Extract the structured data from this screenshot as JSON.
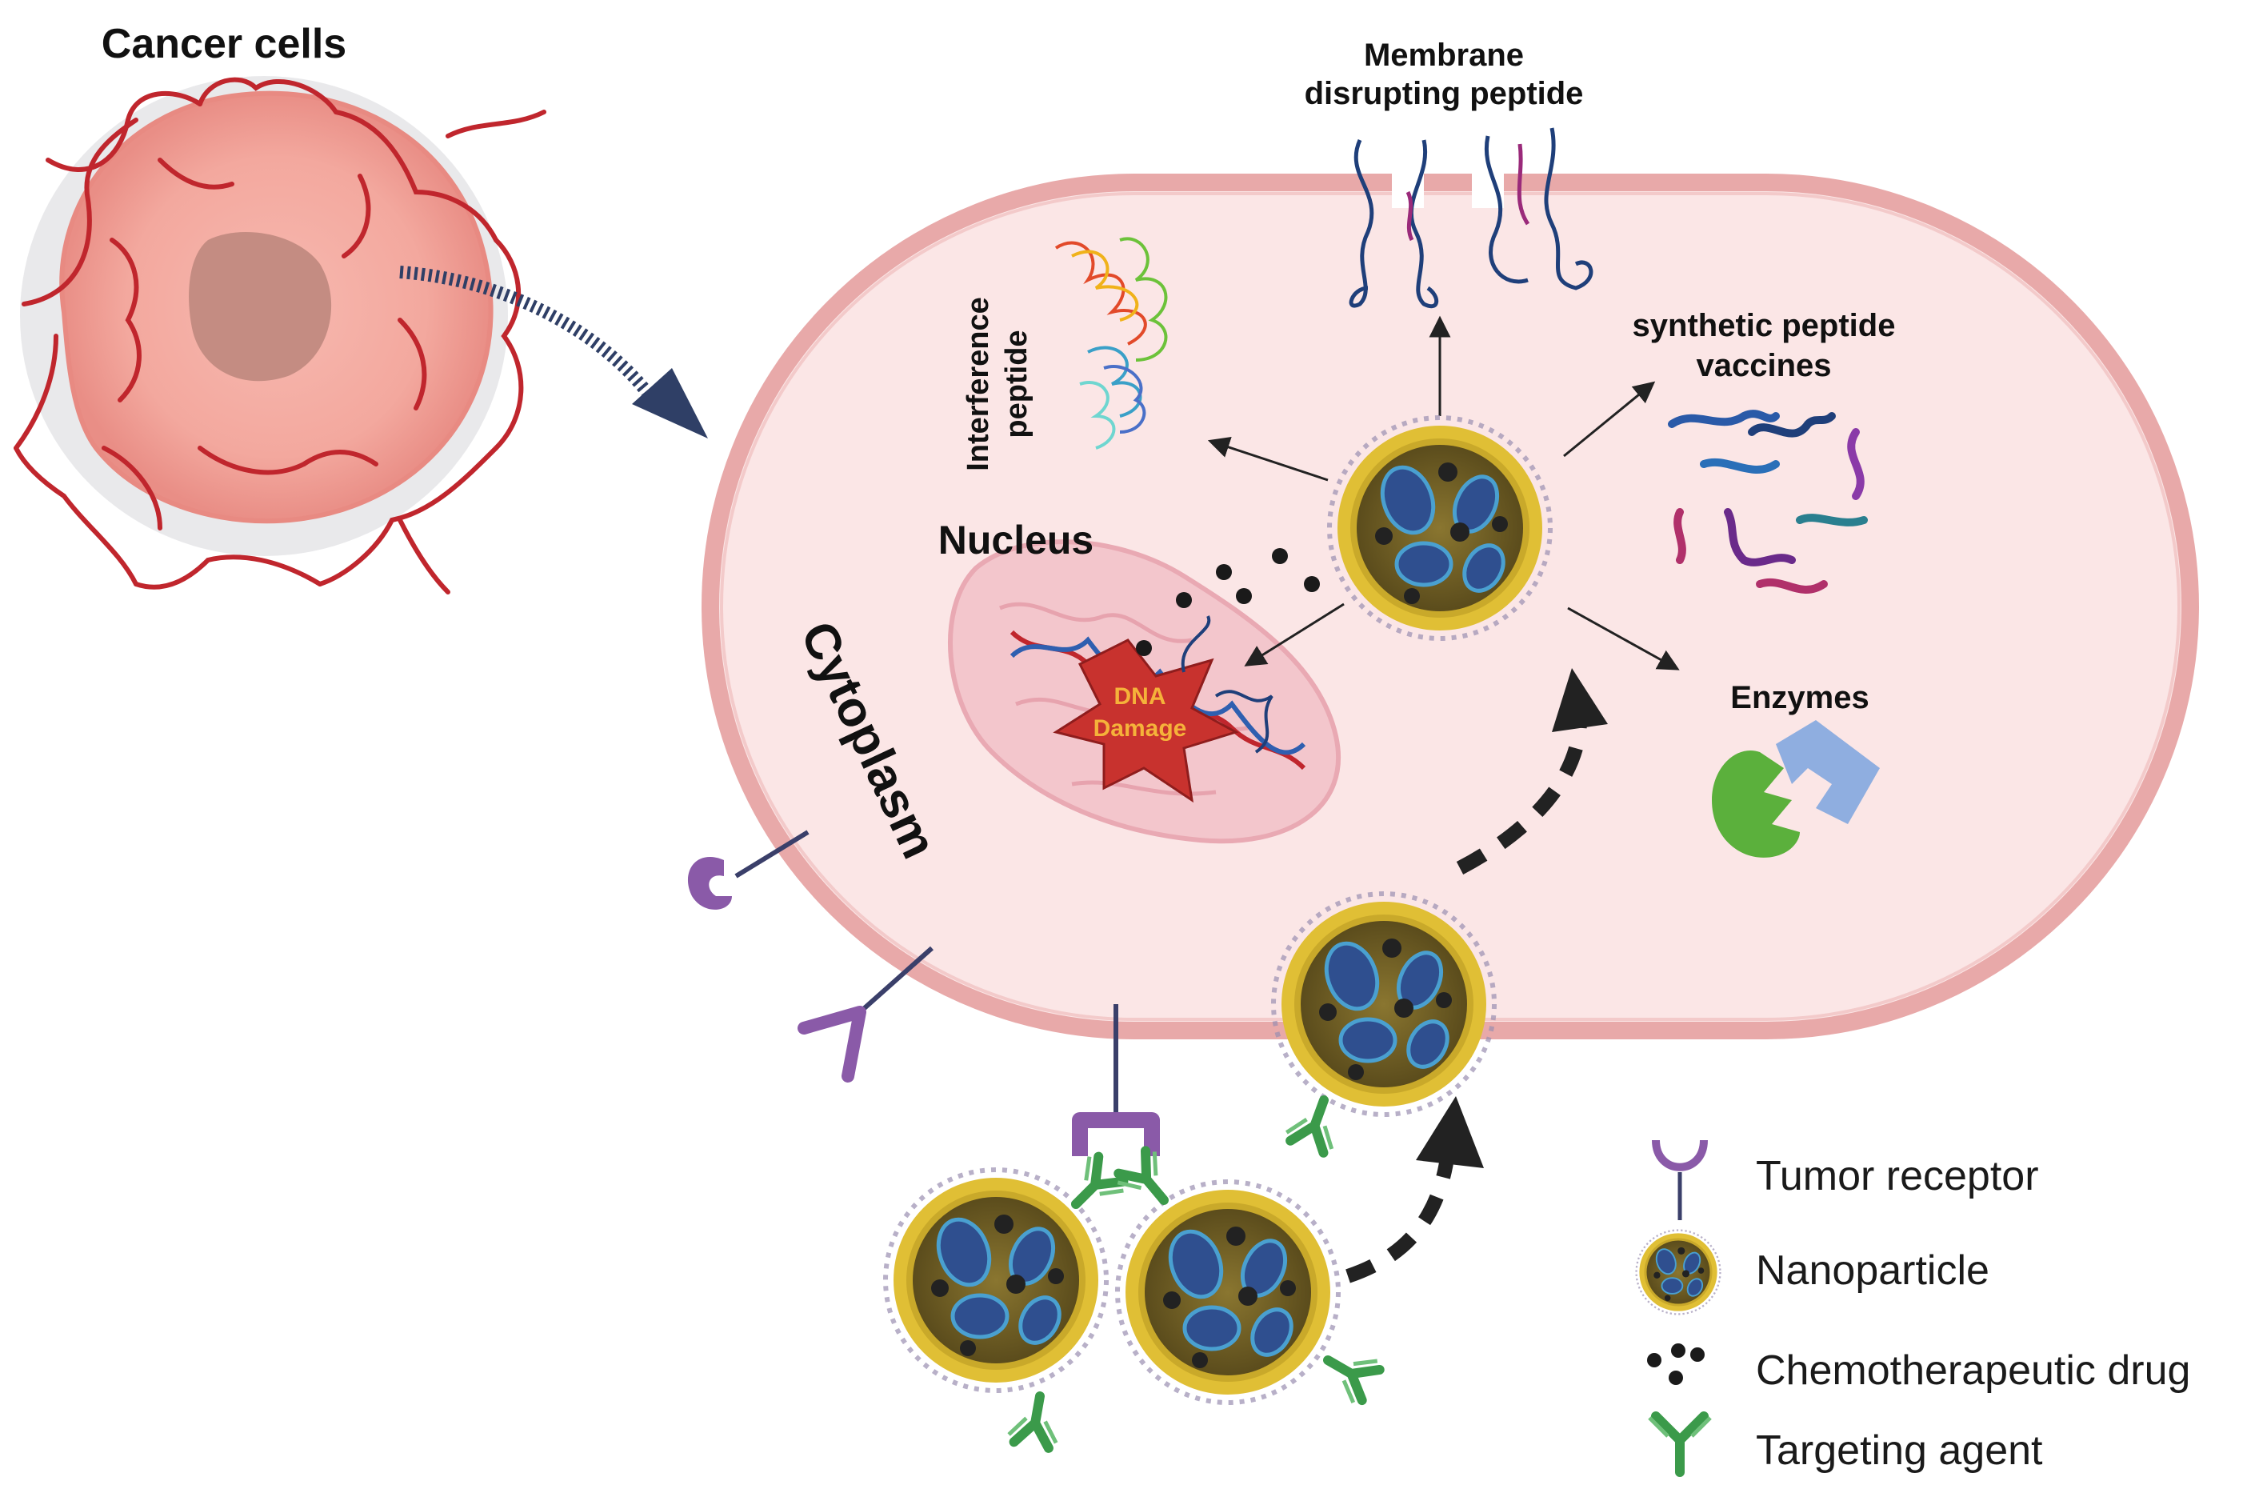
{
  "labels": {
    "cancer_cells": "Cancer cells",
    "membrane_line1": "Membrane",
    "membrane_line2": "disrupting peptide",
    "interference_line1": "Interference",
    "interference_line2": "peptide",
    "vaccines_line1": "synthetic peptide",
    "vaccines_line2": "vaccines",
    "nucleus": "Nucleus",
    "cytoplasm": "Cytoplasm",
    "dna_line1": "DNA",
    "dna_line2": "Damage",
    "enzymes": "Enzymes"
  },
  "legend": [
    {
      "icon": "tumor-receptor-icon",
      "label": "Tumor receptor"
    },
    {
      "icon": "nanoparticle-icon",
      "label": "Nanoparticle"
    },
    {
      "icon": "chemotherapeutic-drug-icon",
      "label": "Chemotherapeutic drug"
    },
    {
      "icon": "targeting-agent-icon",
      "label": "Targeting agent"
    }
  ],
  "colors": {
    "cell_membrane": "#e8a9a9",
    "cytoplasm_fill": "#fbe6e6",
    "nucleus_fill": "#f3c6cc",
    "blood_vessel": "#c0262d",
    "nanoparticle_shell": "#d9b62c",
    "nanoparticle_core": "#6f5e25",
    "receptor": "#8a5aa8",
    "targeting_agent": "#3b9a4a",
    "enzyme_green": "#5bb03c",
    "enzyme_blue": "#8faee0",
    "dna_damage": "#c8322e",
    "dna_damage_text": "#f5b23a"
  }
}
